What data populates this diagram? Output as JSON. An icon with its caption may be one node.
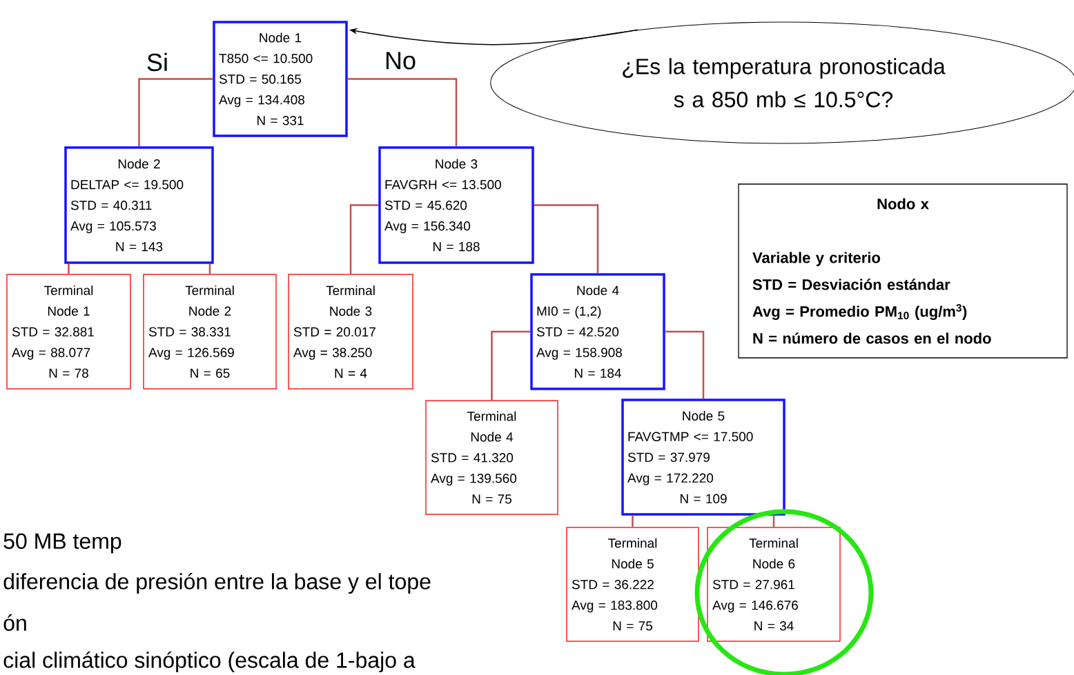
{
  "diagram": {
    "nodes": [
      {
        "text": [
          "Node 1",
          "T850 <= 10.500",
          "STD = 50.165",
          "Avg = 134.408",
          "N = 331"
        ]
      },
      {
        "text": [
          "Node 2",
          "DELTAP <= 19.500",
          "STD = 40.311",
          "Avg = 105.573",
          "N = 143"
        ]
      },
      {
        "text": [
          "Node 3",
          "FAVGRH <= 13.500",
          "STD = 45.620",
          "Avg = 156.340",
          "N = 188"
        ]
      },
      {
        "text": [
          "Terminal",
          "Node 1",
          "STD = 32.881",
          "Avg = 88.077",
          "N = 78"
        ]
      },
      {
        "text": [
          "Terminal",
          "Node 2",
          "STD = 38.331",
          "Avg = 126.569",
          "N = 65"
        ]
      },
      {
        "text": [
          "Terminal",
          "Node 3",
          "STD = 20.017",
          "Avg = 38.250",
          "N = 4"
        ]
      },
      {
        "text": [
          "Node 4",
          "MI0 = (1,2)",
          "STD = 42.520",
          "Avg = 158.908",
          "N = 184"
        ]
      },
      {
        "text": [
          "Terminal",
          "Node 4",
          "STD = 41.320",
          "Avg = 139.560",
          "N = 75"
        ]
      },
      {
        "text": [
          "Node 5",
          "FAVGTMP <= 17.500",
          "STD = 37.979",
          "Avg = 172.220",
          "N = 109"
        ]
      },
      {
        "text": [
          "Terminal",
          "Node 5",
          "STD = 36.222",
          "Avg = 183.800",
          "N = 75"
        ]
      },
      {
        "text": [
          "Terminal",
          "Node 6",
          "STD = 27.961",
          "Avg = 146.676",
          "N = 34"
        ]
      },
      {
        "text": [
          "¿Es la temperatura pronosticada s a 850 mb ≤ 10.5°C?"
        ]
      },
      {
        "text": [
          "Nodo x",
          "Variable y criterio",
          "STD  = Desviación estándar",
          "Avg = Promedio PM$_{10}$ (ug/m$^{3}$)",
          "N = número de casos en el nodo"
        ]
      }
    ],
    "edges": [
      {
        "from": 0,
        "to": 1,
        "arrow": "none",
        "label": "Si"
      },
      {
        "from": 0,
        "to": 2,
        "arrow": "none",
        "label": "No"
      },
      {
        "from": 1,
        "to": 3,
        "arrow": "none"
      },
      {
        "from": 1,
        "to": 4,
        "arrow": "none"
      },
      {
        "from": 2,
        "to": 5,
        "arrow": "none"
      },
      {
        "from": 2,
        "to": 6,
        "arrow": "none"
      },
      {
        "from": 6,
        "to": 7,
        "arrow": "none"
      },
      {
        "from": 6,
        "to": 8,
        "arrow": "none"
      },
      {
        "from": 8,
        "to": 9,
        "arrow": "none"
      },
      {
        "from": 8,
        "to": 10,
        "arrow": "none"
      },
      {
        "from": 11,
        "to": 0,
        "arrow": "to",
        "color": "#000000"
      }
    ],
    "labels": [
      "50 MB temp",
      "diferencia de presión entre la base y el tope",
      "ón",
      "cial climático sinóptico (escala de 1-bajo a"
    ]
  }
}
